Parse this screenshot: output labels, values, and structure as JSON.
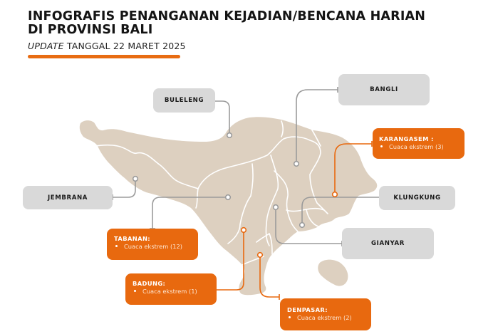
{
  "header": {
    "title_line1": "INFOGRAFIS PENANGANAN KEJADIAN/BENCANA HARIAN",
    "title_line2": "DI PROVINSI BALI",
    "subtitle_italic": "UPDATE",
    "subtitle_rest": " TANGGAL 22 MARET 2025"
  },
  "colors": {
    "accent": "#e8690f",
    "neutral_box": "#d9d9d9",
    "map_fill": "#ddd0c0",
    "connector_grey": "#9b9b9b"
  },
  "regions": {
    "buleleng": {
      "name": "BULELENG",
      "status": "no-incident"
    },
    "bangli": {
      "name": "BANGLI",
      "status": "no-incident"
    },
    "jembrana": {
      "name": "JEMBRANA",
      "status": "no-incident"
    },
    "klungkung": {
      "name": "KLUNGKUNG",
      "status": "no-incident"
    },
    "gianyar": {
      "name": "GIANYAR",
      "status": "no-incident"
    },
    "karangasem": {
      "name": "KARANGASEM :",
      "status": "incident",
      "items": [
        "Cuaca ekstrem (3)"
      ]
    },
    "tabanan": {
      "name": "TABANAN:",
      "status": "incident",
      "items": [
        "Cuaca ekstrem (12)"
      ]
    },
    "badung": {
      "name": "BADUNG:",
      "status": "incident",
      "items": [
        "Cuaca ekstrem (1)"
      ]
    },
    "denpasar": {
      "name": "DENPASAR:",
      "status": "incident",
      "items": [
        "Cuaca ekstrem (2)"
      ]
    }
  }
}
